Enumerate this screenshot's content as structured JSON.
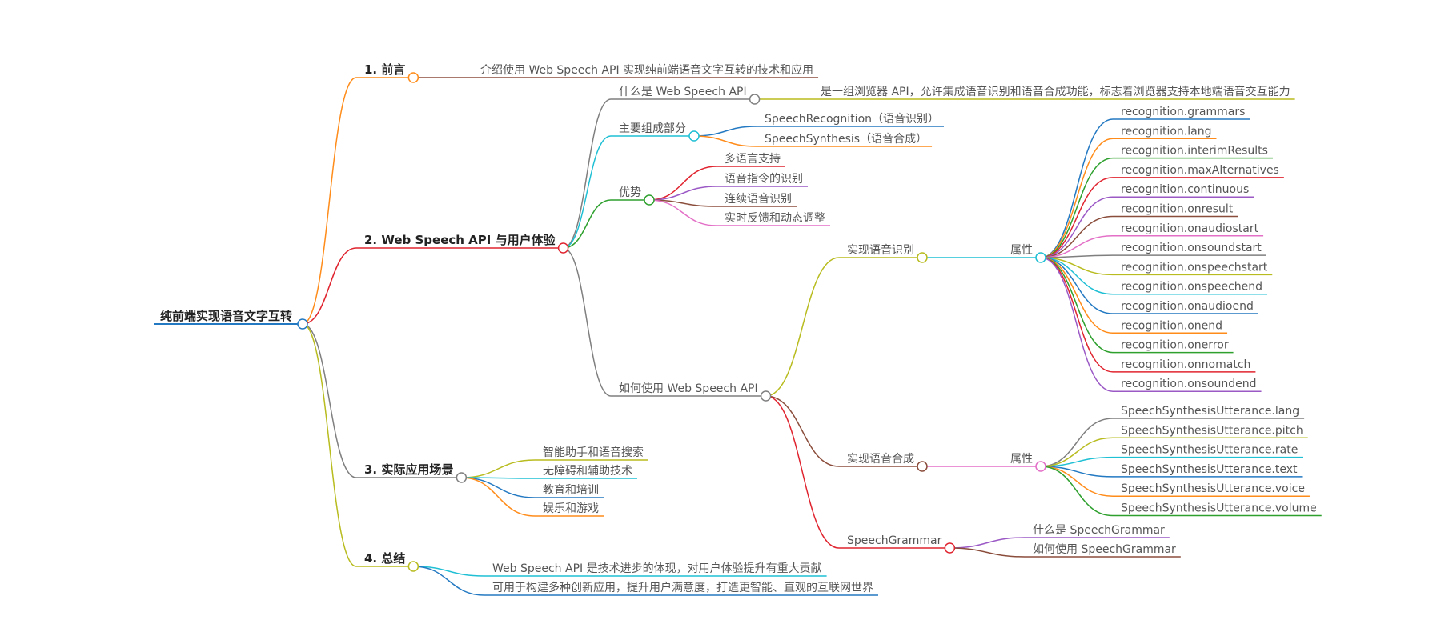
{
  "root": {
    "label": "纯前端实现语音文字互转",
    "children": [
      {
        "label": "1. 前言",
        "children": [
          {
            "label": "介绍使用 Web Speech API 实现纯前端语音文字互转的技术和应用"
          }
        ]
      },
      {
        "label": "2. Web Speech API 与用户体验",
        "children": [
          {
            "label": "什么是 Web Speech API",
            "children": [
              {
                "label": "是一组浏览器 API，允许集成语音识别和语音合成功能，标志着浏览器支持本地端语音交互能力"
              }
            ]
          },
          {
            "label": "主要组成部分",
            "children": [
              {
                "label": "SpeechRecognition（语音识别）"
              },
              {
                "label": "SpeechSynthesis（语音合成）"
              }
            ]
          },
          {
            "label": "优势",
            "children": [
              {
                "label": "多语言支持"
              },
              {
                "label": "语音指令的识别"
              },
              {
                "label": "连续语音识别"
              },
              {
                "label": "实时反馈和动态调整"
              }
            ]
          },
          {
            "label": "如何使用 Web Speech API",
            "children": [
              {
                "label": "实现语音识别",
                "children": [
                  {
                    "label": "属性",
                    "children": [
                      {
                        "label": "recognition.grammars"
                      },
                      {
                        "label": "recognition.lang"
                      },
                      {
                        "label": "recognition.interimResults"
                      },
                      {
                        "label": "recognition.maxAlternatives"
                      },
                      {
                        "label": "recognition.continuous"
                      },
                      {
                        "label": "recognition.onresult"
                      },
                      {
                        "label": "recognition.onaudiostart"
                      },
                      {
                        "label": "recognition.onsoundstart"
                      },
                      {
                        "label": "recognition.onspeechstart"
                      },
                      {
                        "label": "recognition.onspeechend"
                      },
                      {
                        "label": "recognition.onaudioend"
                      },
                      {
                        "label": "recognition.onend"
                      },
                      {
                        "label": "recognition.onerror"
                      },
                      {
                        "label": "recognition.onnomatch"
                      },
                      {
                        "label": "recognition.onsoundend"
                      }
                    ]
                  }
                ]
              },
              {
                "label": "实现语音合成",
                "children": [
                  {
                    "label": "属性",
                    "children": [
                      {
                        "label": "SpeechSynthesisUtterance.lang"
                      },
                      {
                        "label": "SpeechSynthesisUtterance.pitch"
                      },
                      {
                        "label": "SpeechSynthesisUtterance.rate"
                      },
                      {
                        "label": "SpeechSynthesisUtterance.text"
                      },
                      {
                        "label": "SpeechSynthesisUtterance.voice"
                      },
                      {
                        "label": "SpeechSynthesisUtterance.volume"
                      }
                    ]
                  }
                ]
              },
              {
                "label": "SpeechGrammar",
                "children": [
                  {
                    "label": "什么是 SpeechGrammar"
                  },
                  {
                    "label": "如何使用 SpeechGrammar"
                  }
                ]
              }
            ]
          }
        ]
      },
      {
        "label": "3. 实际应用场景",
        "children": [
          {
            "label": "智能助手和语音搜索"
          },
          {
            "label": "无障碍和辅助技术"
          },
          {
            "label": "教育和培训"
          },
          {
            "label": "娱乐和游戏"
          }
        ]
      },
      {
        "label": "4. 总结",
        "children": [
          {
            "label": "Web Speech API 是技术进步的体现，对用户体验提升有重大贡献"
          },
          {
            "label": "可用于构建多种创新应用，提升用户满意度，打造更智能、直观的互联网世界"
          }
        ]
      }
    ]
  },
  "colors": {
    "orange": "#ff8c1a",
    "red": "#e0242f",
    "gray": "#7f7f7f",
    "yellow": "#b8bc1f",
    "cyan": "#1fbfd4",
    "green": "#2ea02e",
    "blue": "#2379c2",
    "purple": "#9b59c6",
    "pink": "#e36fc7",
    "brown": "#8b4d3b",
    "root_underline": "#2379c2"
  }
}
